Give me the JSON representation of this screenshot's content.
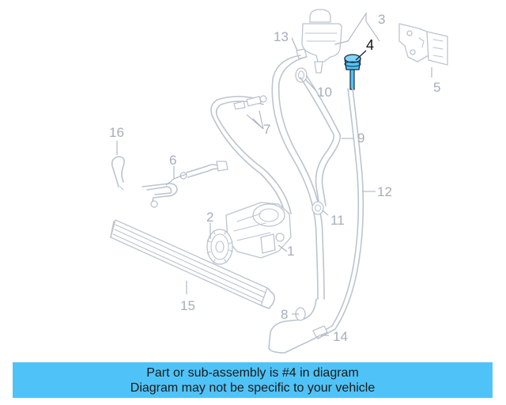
{
  "diagram": {
    "highlighted_part": "4",
    "highlight_color": "#4fc3f7",
    "line_color": "#bcc4cf",
    "callouts": [
      "1",
      "2",
      "3",
      "4",
      "5",
      "6",
      "7",
      "8",
      "9",
      "10",
      "11",
      "12",
      "13",
      "14",
      "15",
      "16"
    ]
  },
  "banner": {
    "line1": "Part or sub-assembly is #4 in diagram",
    "line2": "Diagram may not be specific to your vehicle",
    "background": "#4fc3f7"
  }
}
